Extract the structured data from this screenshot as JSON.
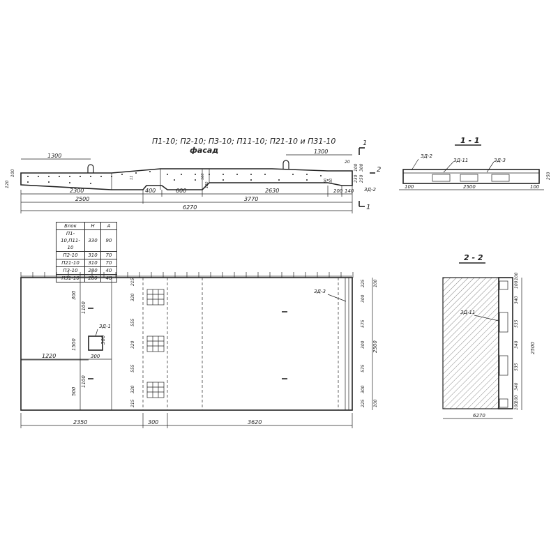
{
  "title": "П1-10; П2-10; П3-10; П11-10; П21-10 и П31-10",
  "facade_label": "фасад",
  "section_1_label": "1 - 1",
  "section_2_label": "2 - 2",
  "cut_marks": {
    "one": "1",
    "two": "2"
  },
  "facade_dims": {
    "top_left": "1300",
    "top_right": "1300",
    "bottom_row": [
      "2300",
      "400",
      "600",
      "2630",
      "200",
      "140"
    ],
    "row2_left": "2500",
    "row2_right": "3770",
    "overall": "6270",
    "left_heights": [
      "120",
      "100"
    ],
    "right_heights": [
      "20",
      "100",
      "300",
      "230",
      "250"
    ],
    "small_labels": [
      "11",
      "90",
      "160",
      "50",
      "180"
    ],
    "weld_label": "ЗД-2"
  },
  "section1": {
    "labels": [
      "ЗД-2",
      "ЗД-11",
      "ЗД-3"
    ],
    "dims": [
      "100",
      "2500",
      "100"
    ],
    "height": "250"
  },
  "spec_table": {
    "headers": [
      "Блок",
      "Н",
      "А"
    ],
    "rows": [
      [
        "П1-10,П11-10",
        "330",
        "90"
      ],
      [
        "П2-10",
        "310",
        "70"
      ],
      [
        "П21-10",
        "310",
        "70"
      ],
      [
        "П3-10",
        "280",
        "40"
      ],
      [
        "П31-10",
        "280",
        "40"
      ]
    ]
  },
  "plan": {
    "labels": {
      "insert_1": "ЗД-1",
      "insert_3": "ЗД-3"
    },
    "left_dims": [
      "300",
      "1100",
      "1500",
      "500",
      "1100"
    ],
    "inner_dims": [
      "300",
      "1220",
      "300"
    ],
    "mid_dims": [
      "215",
      "320",
      "555",
      "320",
      "555",
      "320",
      "215"
    ],
    "right_dims": [
      "225",
      "300",
      "575",
      "300",
      "575",
      "300",
      "225"
    ],
    "edge_dims": [
      "100",
      "2500",
      "100"
    ],
    "bottom_dims": [
      "2350",
      "300",
      "3620"
    ]
  },
  "section2": {
    "label": "ЗД-11",
    "right_dims": [
      "100",
      "100",
      "340",
      "535",
      "340",
      "535",
      "340",
      "100",
      "100"
    ],
    "overall": "2500",
    "bottom": "6270"
  }
}
